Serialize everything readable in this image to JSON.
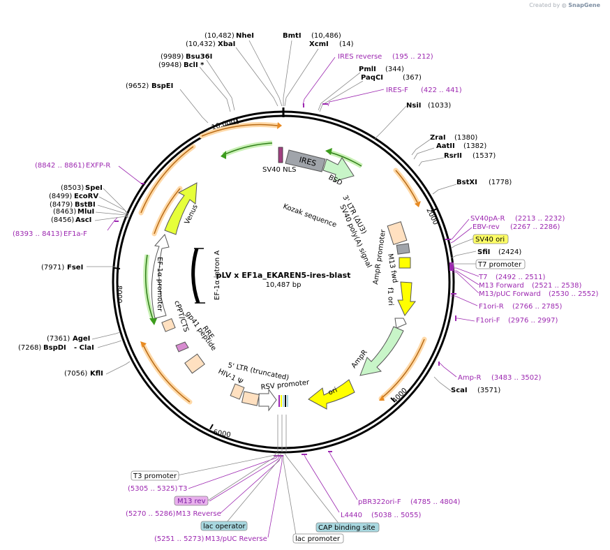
{
  "credit": {
    "prefix": "Created by",
    "brand": "SnapGene"
  },
  "plasmid": {
    "name": "pLV x EF1a_EKAREN5-ires-blast",
    "length_label": "10,487 bp",
    "length": 10487
  },
  "colors": {
    "orf_green": "#c8f5c8",
    "orf_green_dark": "#8cc88c",
    "ori_yellow": "#ffff00",
    "gene_yellow": "#e6ff3a",
    "ltr_peach": "#ffe0c0",
    "promoter_white": "#ffffff",
    "ires_gray": "#a0a4aa",
    "orange_arc": "#e88a22",
    "green_arc": "#3c9c1c",
    "primer_purple": "#9c27b0",
    "feature_box_yellow": "#ffff66",
    "feature_box_blue": "#a8d8e0",
    "feature_box_pink": "#e8b0ec"
  },
  "ticks": [
    {
      "label": "2000",
      "pos": 2000
    },
    {
      "label": "4000",
      "pos": 4000
    },
    {
      "label": "6000",
      "pos": 6000
    },
    {
      "label": "8000",
      "pos": 8000
    },
    {
      "label": "10,000",
      "pos": 10000
    }
  ],
  "enzymes": [
    {
      "name": "NheI",
      "pos": "(10,482)"
    },
    {
      "name": "XbaI",
      "pos": "(10,432)"
    },
    {
      "name": "BmtI",
      "pos": "(10,486)"
    },
    {
      "name": "XcmI",
      "pos": "(14)"
    },
    {
      "name": "Bsu36I",
      "pos": "(9989)"
    },
    {
      "name": "BclI *",
      "pos": "(9948)"
    },
    {
      "name": "BspEI",
      "pos": "(9652)"
    },
    {
      "name": "PmlI",
      "pos": "(344)"
    },
    {
      "name": "PaqCI",
      "pos": "(367)"
    },
    {
      "name": "NsiI",
      "pos": "(1033)"
    },
    {
      "name": "ZraI",
      "pos": "(1380)"
    },
    {
      "name": "AatII",
      "pos": "(1382)"
    },
    {
      "name": "RsrII",
      "pos": "(1537)"
    },
    {
      "name": "BstXI",
      "pos": "(1778)"
    },
    {
      "name": "SfiI",
      "pos": "(2424)"
    },
    {
      "name": "ScaI",
      "pos": "(3571)"
    },
    {
      "name": "SpeI",
      "pos": "(8503)"
    },
    {
      "name": "EcoRV",
      "pos": "(8499)"
    },
    {
      "name": "BstBI",
      "pos": "(8479)"
    },
    {
      "name": "MluI",
      "pos": "(8463)"
    },
    {
      "name": "AscI",
      "pos": "(8456)"
    },
    {
      "name": "FseI",
      "pos": "(7971)"
    },
    {
      "name": "AgeI",
      "pos": "(7361)"
    },
    {
      "name": "BspDI",
      "pos": "(7268)"
    },
    {
      "name": "- ClaI",
      "pos": ""
    },
    {
      "name": "KflI",
      "pos": "(7056)"
    }
  ],
  "primers": [
    {
      "name": "IRES reverse",
      "range": "(195 .. 212)"
    },
    {
      "name": "IRES-F",
      "range": "(422 .. 441)"
    },
    {
      "name": "EXFP-R",
      "range": "(8842 .. 8861)"
    },
    {
      "name": "EF1a-F",
      "range": "(8393 .. 8413)"
    },
    {
      "name": "SV40pA-R",
      "range": "(2213 .. 2232)"
    },
    {
      "name": "EBV-rev",
      "range": "(2267 .. 2286)"
    },
    {
      "name": "T7",
      "range": "(2492 .. 2511)"
    },
    {
      "name": "M13 Forward",
      "range": "(2521 .. 2538)"
    },
    {
      "name": "M13/pUC Forward",
      "range": "(2530 .. 2552)"
    },
    {
      "name": "F1ori-R",
      "range": "(2766 .. 2785)"
    },
    {
      "name": "F1ori-F",
      "range": "(2976 .. 2997)"
    },
    {
      "name": "Amp-R",
      "range": "(3483 .. 3502)"
    },
    {
      "name": "T3",
      "range": "(5305 .. 5325)"
    },
    {
      "name": "M13 Reverse",
      "range": "(5270 .. 5286)"
    },
    {
      "name": "M13/pUC Reverse",
      "range": "(5251 .. 5273)"
    },
    {
      "name": "pBR322ori-F",
      "range": "(4785 .. 4804)"
    },
    {
      "name": "L4440",
      "range": "(5038 .. 5055)"
    }
  ],
  "boxed_features": [
    {
      "name": "SV40 ori"
    },
    {
      "name": "T7 promoter"
    },
    {
      "name": "T3 promoter"
    },
    {
      "name": "M13 rev"
    },
    {
      "name": "lac operator"
    },
    {
      "name": "CAP binding site"
    },
    {
      "name": "lac promoter"
    }
  ],
  "features": [
    {
      "name": "IRES"
    },
    {
      "name": "BSD"
    },
    {
      "name": "SV40 NLS"
    },
    {
      "name": "Kozak sequence"
    },
    {
      "name": "3' LTR (ΔU3)"
    },
    {
      "name": "SV40 poly(A) signal"
    },
    {
      "name": "M13 fwd"
    },
    {
      "name": "f1 ori"
    },
    {
      "name": "AmpR promoter"
    },
    {
      "name": "AmpR"
    },
    {
      "name": "ori"
    },
    {
      "name": "RSV promoter"
    },
    {
      "name": "5' LTR (truncated)"
    },
    {
      "name": "HIV-1 Ψ"
    },
    {
      "name": "RRE"
    },
    {
      "name": "gp41 peptide"
    },
    {
      "name": "cPPT/CTS"
    },
    {
      "name": "EF-1α promoter"
    },
    {
      "name": "EF-1α intron A"
    },
    {
      "name": "Venus"
    }
  ]
}
